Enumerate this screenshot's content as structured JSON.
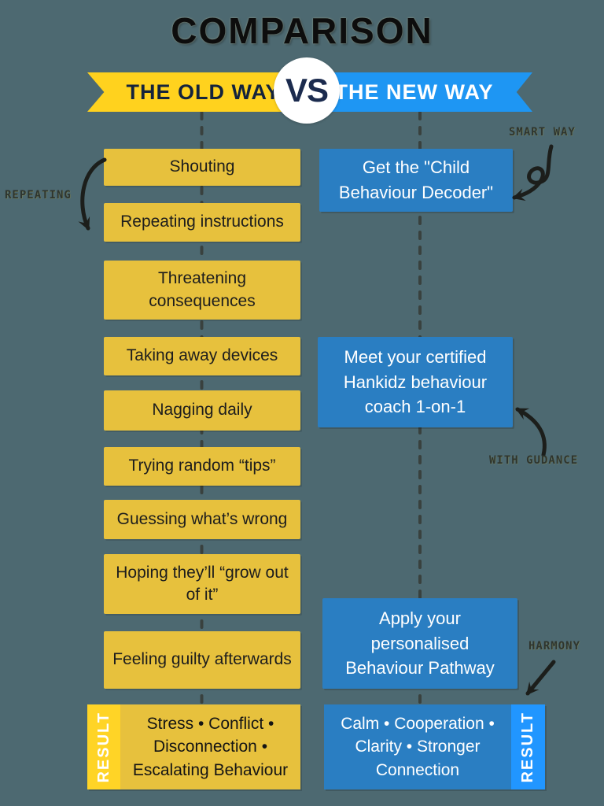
{
  "title": "COMPARISON",
  "banner": {
    "old_label": "THE OLD WAY",
    "vs_label": "VS",
    "new_label": "THE NEW WAY"
  },
  "old_way": {
    "items": [
      "Shouting",
      "Repeating instructions",
      "Threatening consequences",
      "Taking away devices",
      "Nagging daily",
      "Trying random “tips”",
      "Guessing what’s wrong",
      "Hoping they’ll “grow out of it”",
      "Feeling guilty afterwards"
    ],
    "result_tab": "RESULT",
    "result_text": "Stress • Conflict • Disconnection • Escalating Behaviour"
  },
  "new_way": {
    "items": [
      "Get the \"Child Behaviour Decoder\"",
      "Meet your certified Hankidz behaviour coach 1-on-1",
      "Apply your personalised Behaviour Pathway"
    ],
    "result_tab": "RESULT",
    "result_text": "Calm • Cooperation • Clarity • Stronger Connection"
  },
  "annotations": {
    "repeating": "REPEATING",
    "smart_way": "SMART WAY",
    "with_guidance": "WITH GUDANCE",
    "harmony": "HARMONY"
  },
  "colors": {
    "background": "#4D6971",
    "old_box": "#E7C13D",
    "old_ribbon": "#FFD21E",
    "old_result_tab": "#FFD426",
    "new_box": "#2A7EC2",
    "new_ribbon": "#1E96F3",
    "new_result_tab": "#2196FF",
    "ribbon_text_dark": "#14233C",
    "arrow": "#1C1E1B"
  }
}
